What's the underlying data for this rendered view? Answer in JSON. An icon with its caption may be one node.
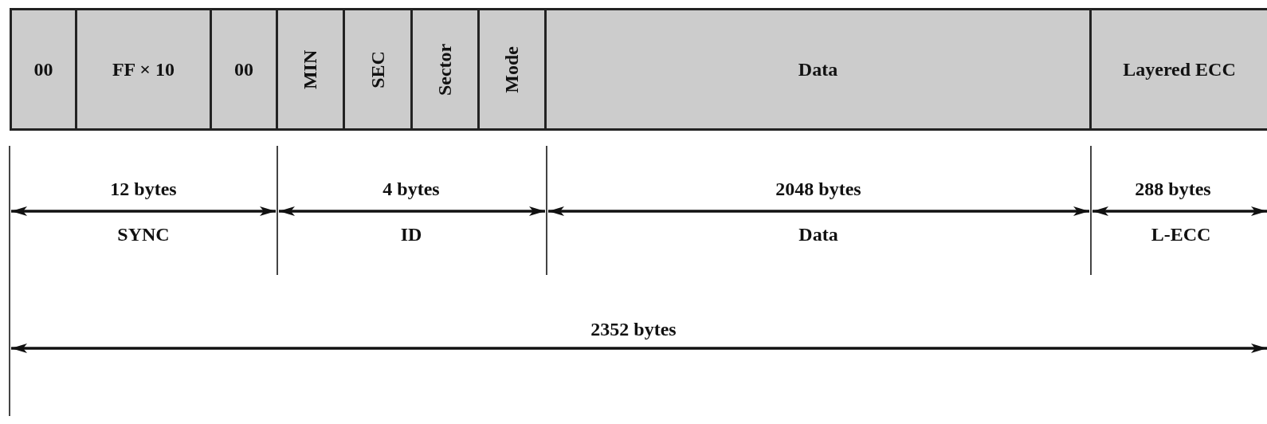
{
  "diagram": {
    "nodes": [
      {
        "text": [
          "00"
        ]
      },
      {
        "text": [
          "FF × 10"
        ]
      },
      {
        "text": [
          "00"
        ]
      },
      {
        "text": [
          "MIN"
        ]
      },
      {
        "text": [
          "SEC"
        ]
      },
      {
        "text": [
          "Sector"
        ]
      },
      {
        "text": [
          "Mode"
        ]
      },
      {
        "text": [
          "Data"
        ]
      },
      {
        "text": [
          "Layered ECC"
        ]
      }
    ],
    "labels": [
      "12 bytes",
      "4 bytes",
      "2048 bytes",
      "288 bytes",
      "SYNC",
      "ID",
      "Data",
      "L-ECC",
      "2352 bytes"
    ]
  }
}
